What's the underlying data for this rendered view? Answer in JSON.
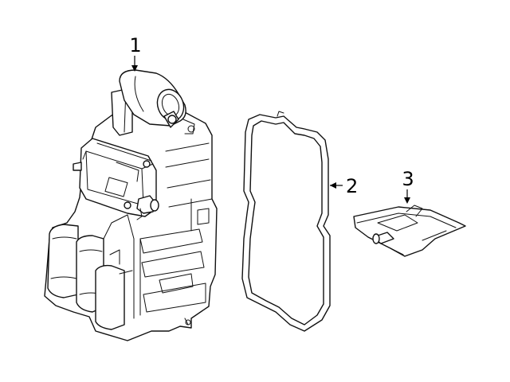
{
  "callouts": [
    {
      "number": "1",
      "part": "valve-body"
    },
    {
      "number": "2",
      "part": "gasket"
    },
    {
      "number": "3",
      "part": "filter"
    }
  ],
  "colors": {
    "line": "#111111",
    "background": "#ffffff"
  }
}
